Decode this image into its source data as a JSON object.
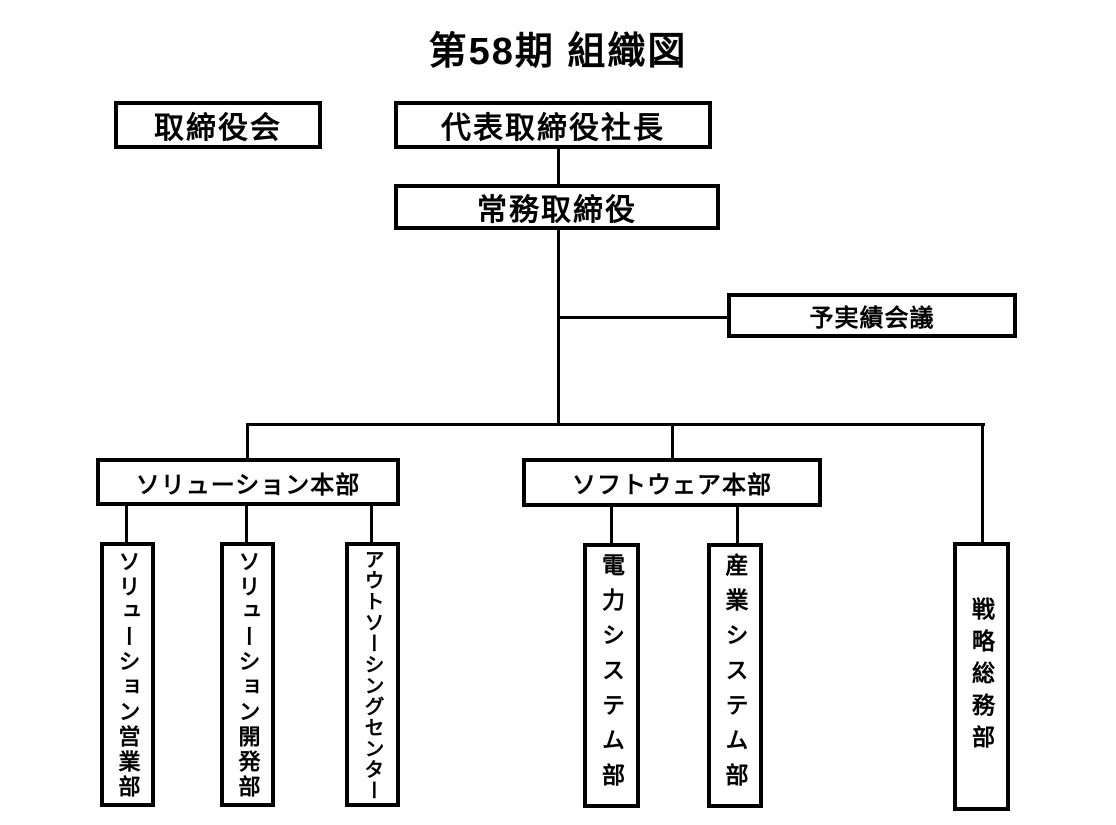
{
  "title": "第58期 組織図",
  "org": {
    "board_of_directors": "取締役会",
    "president": "代表取締役社長",
    "managing_director": "常務取締役",
    "budget_results_meeting": "予実績会議",
    "divisions": [
      {
        "label": "ソリューション本部"
      },
      {
        "label": "ソフトウェア本部"
      }
    ],
    "departments": [
      {
        "label": "ソリューション営業部",
        "parent": "ソリューション本部"
      },
      {
        "label": "ソリューション開発部",
        "parent": "ソリューション本部"
      },
      {
        "label": "アウトソーシングセンター",
        "parent": "ソリューション本部"
      },
      {
        "label": "電力システム部",
        "parent": "ソフトウェア本部"
      },
      {
        "label": "産業システム部",
        "parent": "ソフトウェア本部"
      },
      {
        "label": "戦略総務部",
        "parent": "常務取締役"
      }
    ]
  }
}
